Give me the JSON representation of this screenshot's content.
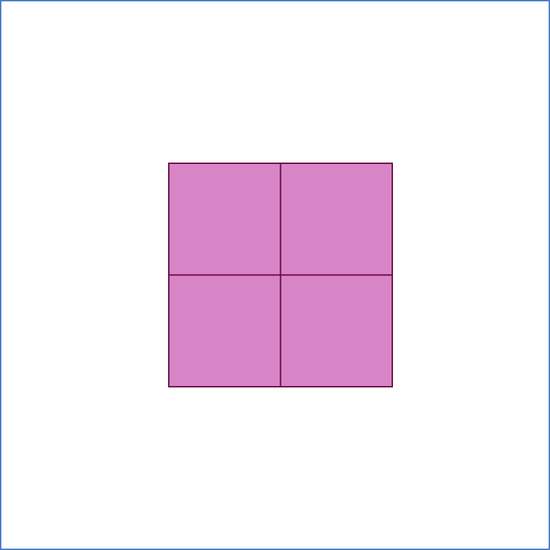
{
  "diagram": {
    "rows": 2,
    "cols": 2,
    "cells": [
      {
        "row": 0,
        "col": 0
      },
      {
        "row": 0,
        "col": 1
      },
      {
        "row": 1,
        "col": 0
      },
      {
        "row": 1,
        "col": 1
      }
    ]
  },
  "colors": {
    "frame_border": "#4a7cc7",
    "cell_fill": "#d785c6",
    "cell_stroke": "#6b0a44",
    "background": "#ffffff"
  }
}
